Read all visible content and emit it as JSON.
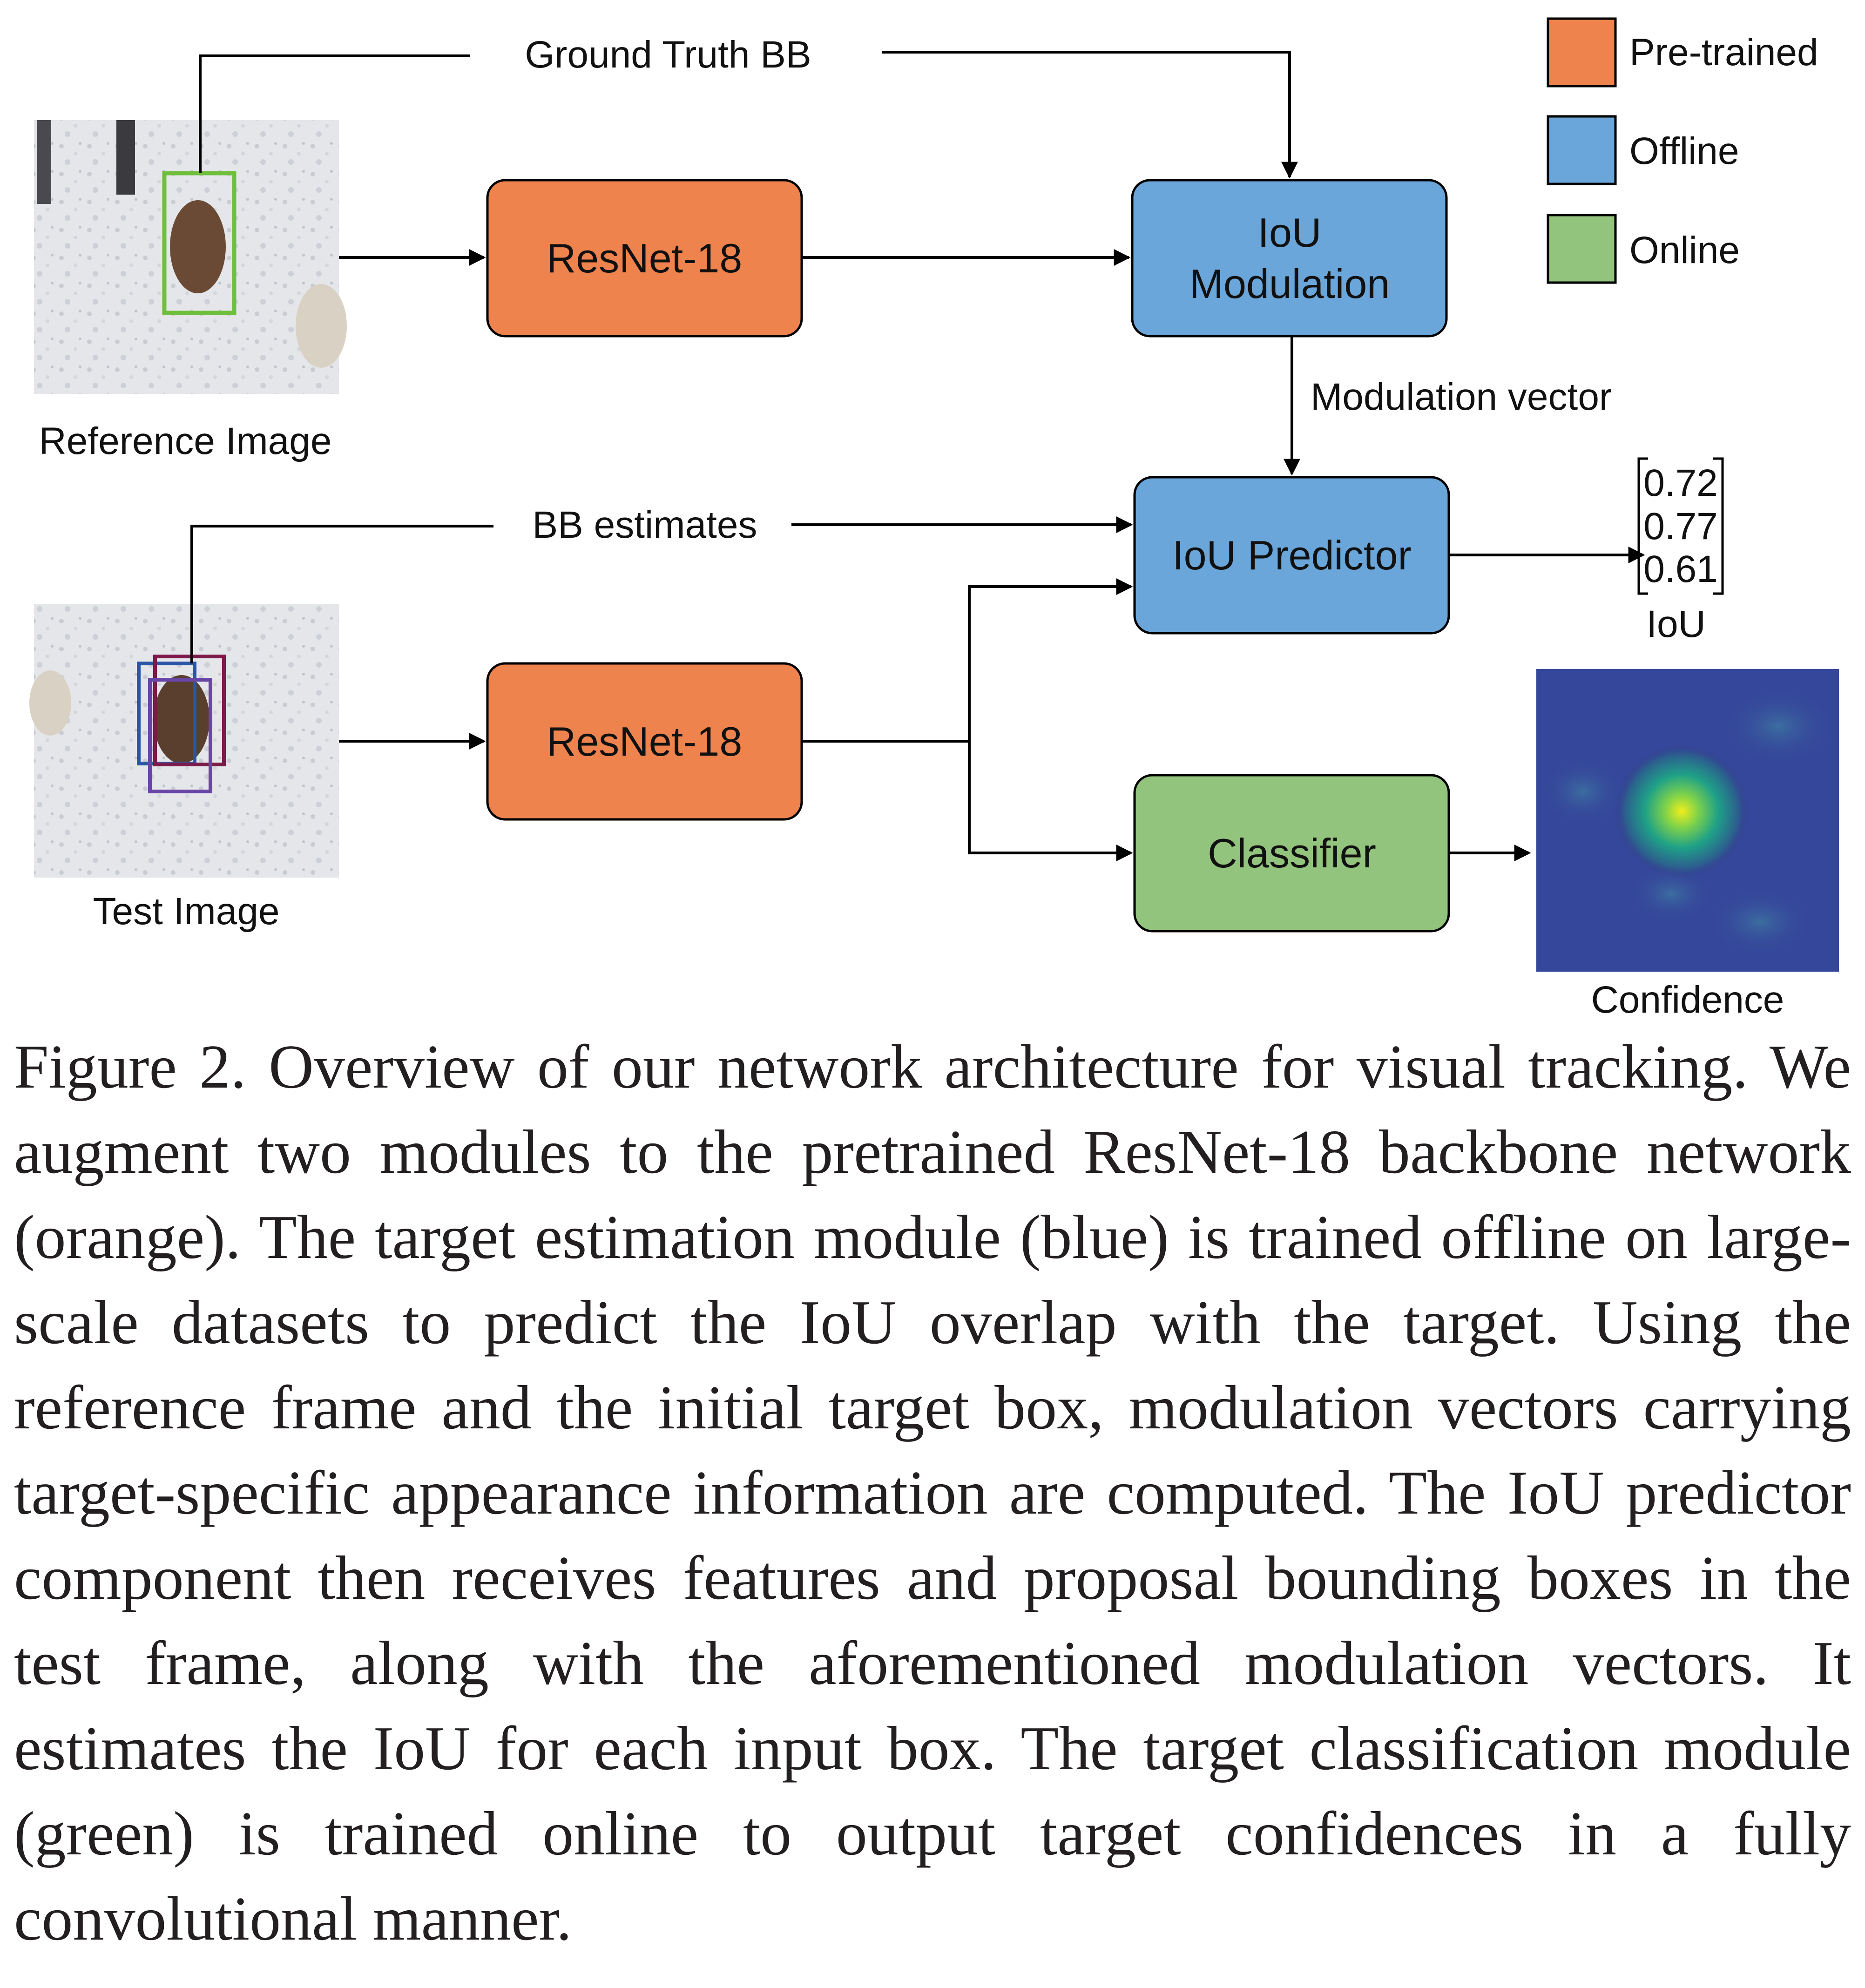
{
  "legend": [
    {
      "label": "Pre-trained",
      "color": "#ef834e"
    },
    {
      "label": "Offline",
      "color": "#6aa6d9"
    },
    {
      "label": "Online",
      "color": "#93c47d"
    }
  ],
  "inputs": {
    "reference": {
      "label": "Reference Image"
    },
    "test": {
      "label": "Test Image"
    }
  },
  "modules": {
    "resnet_top": {
      "label": "ResNet-18"
    },
    "resnet_bottom": {
      "label": "ResNet-18"
    },
    "iou_modulation": {
      "label_line1": "IoU",
      "label_line2": "Modulation"
    },
    "iou_predictor": {
      "label": "IoU Predictor"
    },
    "classifier": {
      "label": "Classifier"
    }
  },
  "edges": {
    "ground_truth": "Ground Truth BB",
    "bb_estimates": "BB estimates",
    "modulation_vector": "Modulation vector"
  },
  "outputs": {
    "iou_values": [
      {
        "value": "0.72",
        "color": "#2a55a6"
      },
      {
        "value": "0.77",
        "color": "#7c1a4a"
      },
      {
        "value": "0.61",
        "color": "#6a45a8"
      }
    ],
    "iou_label": "IoU",
    "confidence_label": "Confidence"
  },
  "box_colors": {
    "ground_truth": "#6fbf3c",
    "proposal_1": "#2a55a6",
    "proposal_2": "#7c1a4a",
    "proposal_3": "#6a45a8"
  },
  "caption": "Figure 2. Overview of our network architecture for visual tracking. We augment two modules to the pretrained ResNet-18 backbone network (orange). The target estimation module (blue) is trained offline on large-scale datasets to predict the IoU overlap with the target. Using the reference frame and the initial target box, modulation vectors carrying target-specific appearance information are computed. The IoU predictor component then receives features and proposal bounding boxes in the test frame, along with the aforementioned modulation vectors. It estimates the IoU for each input box. The target classification module (green) is trained online to output target confidences in a fully convolutional manner."
}
